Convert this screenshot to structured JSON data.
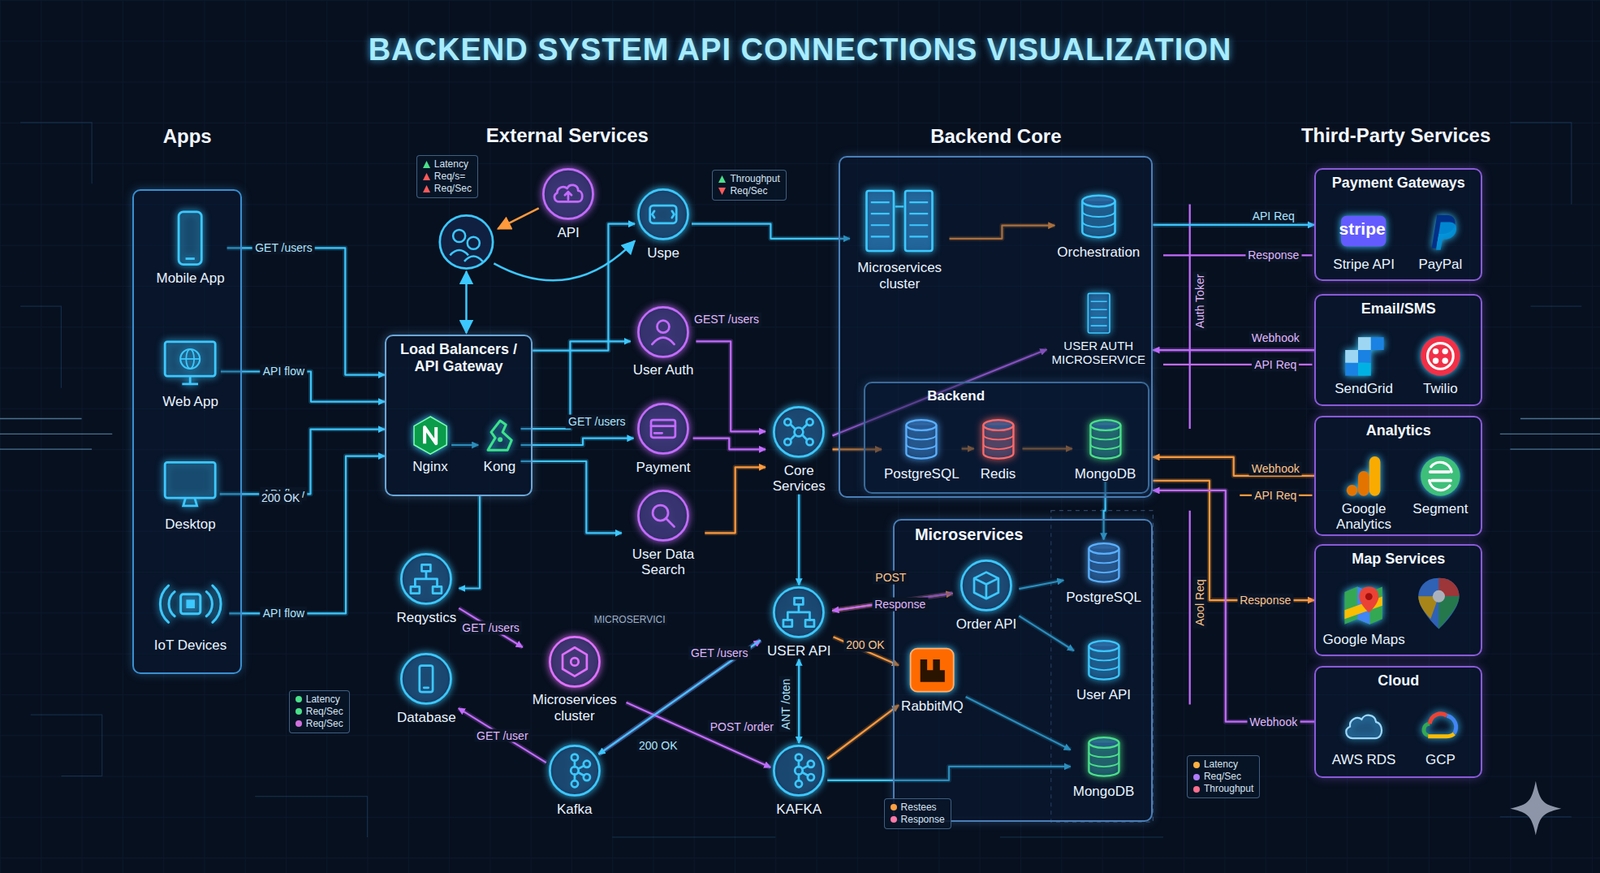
{
  "diagram": {
    "title": "BACKEND SYSTEM API CONNECTIONS VISUALIZATION",
    "nodes": [
      {
        "text": [
          "Apps"
        ]
      },
      {
        "text": [
          "Mobile App"
        ],
        "in": 0
      },
      {
        "text": [
          "Web App"
        ],
        "in": 0
      },
      {
        "text": [
          "Desktop"
        ],
        "in": 0
      },
      {
        "text": [
          "IoT Devices"
        ],
        "in": 0
      },
      {
        "text": [
          "Load Balancers / API Gateway"
        ]
      },
      {
        "text": [
          "Nginx"
        ],
        "in": 5
      },
      {
        "text": [
          "Kong"
        ],
        "in": 5
      },
      {
        "text": [
          "API"
        ]
      },
      {
        "text": [
          "Uspe"
        ]
      },
      {
        "text": [
          "User Auth"
        ]
      },
      {
        "text": [
          "Payment"
        ]
      },
      {
        "text": [
          "User Data Search"
        ]
      },
      {
        "text": [
          "Core Services"
        ]
      },
      {
        "text": [
          "Backend Core"
        ]
      },
      {
        "text": [
          "Microservices cluster"
        ],
        "in": 14
      },
      {
        "text": [
          "Orchestration"
        ],
        "in": 14
      },
      {
        "text": [
          "USER AUTH MICROSERVICE"
        ],
        "in": 14
      },
      {
        "text": [
          "Backend"
        ],
        "in": 14
      },
      {
        "text": [
          "PostgreSQL"
        ],
        "in": 18
      },
      {
        "text": [
          "Redis"
        ],
        "in": 18
      },
      {
        "text": [
          "MongoDB"
        ],
        "in": 18
      },
      {
        "text": [
          "Reqystics"
        ]
      },
      {
        "text": [
          "Database"
        ]
      },
      {
        "text": [
          "Microservices cluster"
        ]
      },
      {
        "text": [
          "Kafka"
        ]
      },
      {
        "text": [
          "USER API"
        ]
      },
      {
        "text": [
          "KAFKA"
        ]
      },
      {
        "text": [
          "Microservices"
        ]
      },
      {
        "text": [
          "Order API"
        ],
        "in": 28
      },
      {
        "text": [
          "RabbitMQ"
        ],
        "in": 28
      },
      {
        "text": [
          "PostgreSQL"
        ],
        "in": 28
      },
      {
        "text": [
          "User API"
        ],
        "in": 28
      },
      {
        "text": [
          "MongoDB"
        ],
        "in": 28
      },
      {
        "text": [
          "Payment Gateways"
        ]
      },
      {
        "text": [
          "Stripe API"
        ],
        "in": 34
      },
      {
        "text": [
          "PayPal"
        ],
        "in": 34
      },
      {
        "text": [
          "Email/SMS"
        ]
      },
      {
        "text": [
          "SendGrid"
        ],
        "in": 37
      },
      {
        "text": [
          "Twilio"
        ],
        "in": 37
      },
      {
        "text": [
          "Analytics"
        ]
      },
      {
        "text": [
          "Google Analytics"
        ],
        "in": 40
      },
      {
        "text": [
          "Segment"
        ],
        "in": 40
      },
      {
        "text": [
          "Map Services"
        ]
      },
      {
        "text": [
          "Google Maps"
        ],
        "in": 43
      },
      {
        "text": [
          "Cloud"
        ]
      },
      {
        "text": [
          "AWS RDS"
        ],
        "in": 45
      },
      {
        "text": [
          "GCP"
        ],
        "in": 45
      }
    ],
    "edges": [
      {
        "from": 1,
        "to": 5,
        "arrow": "to",
        "label": "GET /users"
      },
      {
        "from": 2,
        "to": 5,
        "arrow": "to",
        "label": "API flow"
      },
      {
        "from": 3,
        "to": 5,
        "arrow": "to",
        "label": "API flow"
      },
      {
        "from": 4,
        "to": 5,
        "arrow": "to",
        "label": "API flow"
      },
      {
        "from": 6,
        "to": 7,
        "arrow": "to"
      },
      {
        "from": 5,
        "to": 9,
        "arrow": "to"
      },
      {
        "from": 9,
        "to": 15,
        "arrow": "to"
      },
      {
        "from": 7,
        "to": 10,
        "arrow": "to"
      },
      {
        "from": 7,
        "to": 11,
        "arrow": "to",
        "label": "GET /users"
      },
      {
        "from": 7,
        "to": 12,
        "arrow": "to"
      },
      {
        "from": 10,
        "to": 13,
        "arrow": "to",
        "label": "GEST /users"
      },
      {
        "from": 11,
        "to": 13,
        "arrow": "to"
      },
      {
        "from": 12,
        "to": 13,
        "arrow": "to"
      },
      {
        "from": 13,
        "to": 19,
        "arrow": "to"
      },
      {
        "from": 19,
        "to": 20,
        "arrow": "to"
      },
      {
        "from": 20,
        "to": 21,
        "arrow": "to"
      },
      {
        "from": 15,
        "to": 16,
        "arrow": "to"
      },
      {
        "from": 13,
        "to": 17,
        "arrow": "to"
      },
      {
        "from": 13,
        "to": 26,
        "arrow": "to"
      },
      {
        "from": 5,
        "to": 22,
        "arrow": "to"
      },
      {
        "from": 22,
        "to": 24,
        "arrow": "to",
        "label": "GET /users"
      },
      {
        "from": 24,
        "to": 27,
        "arrow": "to",
        "label": "POST /order"
      },
      {
        "from": 25,
        "to": 23,
        "arrow": "to",
        "label": "GET /user"
      },
      {
        "from": 25,
        "to": 26,
        "arrow": "to",
        "label": "GET /users"
      },
      {
        "from": 26,
        "to": 25,
        "arrow": "to",
        "label": "200 OK"
      },
      {
        "from": 26,
        "to": 27,
        "arrow": "both",
        "label": "ANT /oten"
      },
      {
        "from": 26,
        "to": 29,
        "arrow": "to",
        "label": "POST"
      },
      {
        "from": 29,
        "to": 26,
        "arrow": "to",
        "label": "Response"
      },
      {
        "from": 26,
        "to": 30,
        "arrow": "to",
        "label": "200 OK"
      },
      {
        "from": 27,
        "to": 30,
        "arrow": "to"
      },
      {
        "from": 29,
        "to": 31,
        "arrow": "to"
      },
      {
        "from": 29,
        "to": 32,
        "arrow": "to"
      },
      {
        "from": 30,
        "to": 33,
        "arrow": "to"
      },
      {
        "from": 27,
        "to": 33,
        "arrow": "to"
      },
      {
        "from": 21,
        "to": 31,
        "arrow": "to"
      },
      {
        "from": 14,
        "to": 34,
        "arrow": "to",
        "label": "API Req"
      },
      {
        "from": 37,
        "to": 14,
        "arrow": "to",
        "label": "Webhook"
      },
      {
        "from": 40,
        "to": 14,
        "arrow": "to",
        "label": "Webhook"
      },
      {
        "from": 14,
        "to": 43,
        "arrow": "to",
        "label": "Response"
      },
      {
        "from": 45,
        "to": 14,
        "arrow": "to",
        "label": "Webhook"
      }
    ],
    "labels": [
      "External Services",
      "Third-Party Services",
      "200 OK",
      "MICROSERVICI",
      "Response",
      "Auth Toker",
      "API Req",
      "API Req",
      "Aool Req",
      "stripe"
    ],
    "legend": [
      {
        "text": "Latency"
      },
      {
        "text": "Req/s="
      },
      {
        "text": "Req/Sec"
      },
      {
        "text": "Throughput"
      },
      {
        "text": "Req/Sec"
      },
      {
        "text": "Latency",
        "color": "#4be08a"
      },
      {
        "text": "Req/Sec",
        "color": "#4be08a"
      },
      {
        "text": "Req/Sec",
        "color": "#d070e0"
      },
      {
        "text": "Restees",
        "color": "#ffa040"
      },
      {
        "text": "Response",
        "color": "#ff7aa8"
      },
      {
        "text": "Latency",
        "color": "#ffb040"
      },
      {
        "text": "Req/Sec",
        "color": "#b07cff"
      },
      {
        "text": "Throughput",
        "color": "#ff6f8f"
      }
    ]
  }
}
